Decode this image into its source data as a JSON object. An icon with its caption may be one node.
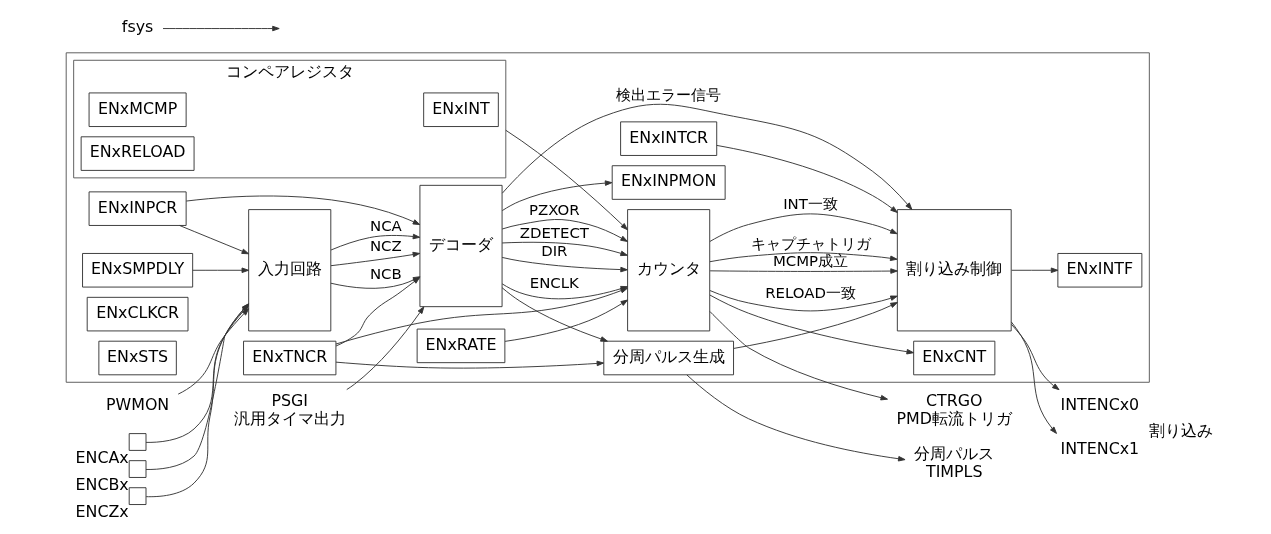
{
  "diagram": {
    "nodes": [
      {
        "text": [],
        "shape": "box"
      },
      {
        "text": [
          "コンペアレジスタ"
        ],
        "in": 0
      },
      {
        "text": [
          "ENxINT"
        ],
        "in": 1
      },
      {
        "text": [
          "ENxMCMP"
        ],
        "in": 1
      },
      {
        "text": [
          "ENxRELOAD"
        ],
        "in": 1
      },
      {
        "text": [
          "ENxINPCR"
        ],
        "in": 0
      },
      {
        "text": [
          "ENxTNCR"
        ],
        "in": 0
      },
      {
        "text": [
          "ENxRATE"
        ],
        "in": 0
      },
      {
        "text": [
          "ENxINTCR"
        ],
        "in": 0
      },
      {
        "text": [
          "fsys"
        ]
      },
      {
        "text": [],
        "shape": "box",
        "beside": [
          "ENCAx"
        ]
      },
      {
        "text": [],
        "shape": "box",
        "beside": [
          "ENCBx"
        ]
      },
      {
        "text": [],
        "shape": "box",
        "beside": [
          "ENCZx"
        ]
      },
      {
        "text": [
          "PWMON"
        ]
      },
      {
        "text": [
          "PSGI",
          "汎用タイマ出力"
        ]
      },
      {
        "text": [
          "入力回路"
        ],
        "in": 0
      },
      {
        "text": [
          "デコーダ"
        ],
        "in": 0
      },
      {
        "text": [
          "カウンタ"
        ],
        "in": 0
      },
      {
        "text": [
          "分周パルス生成"
        ],
        "in": 0
      },
      {
        "text": [
          "割り込み制御"
        ],
        "in": 0
      },
      {
        "text": [
          "ENxSMPDLY"
        ],
        "in": 0
      },
      {
        "text": [
          "ENxCLKCR"
        ],
        "in": 0
      },
      {
        "text": [
          "ENxINPMON"
        ],
        "in": 0
      },
      {
        "text": [
          "ENxSTS"
        ],
        "in": 0
      },
      {
        "text": [
          "ENxCNT"
        ],
        "in": 0
      },
      {
        "text": [
          "ENxINTF"
        ],
        "in": 0
      },
      {
        "text": [
          "分周パルス",
          "TIMPLS"
        ]
      },
      {
        "text": [
          "INTENCx0"
        ],
        "beside": [
          "割り込み"
        ]
      },
      {
        "text": [
          "INTENCx1"
        ]
      },
      {
        "text": [
          "CTRGO",
          "PMD転流トリガ"
        ]
      }
    ],
    "edges": [
      {
        "from": 5,
        "to": 15,
        "arrow": "to"
      },
      {
        "from": 5,
        "to": 16,
        "arrow": "to"
      },
      {
        "from": 6,
        "to": 16,
        "arrow": "to"
      },
      {
        "from": 6,
        "to": 17,
        "arrow": "to"
      },
      {
        "from": 6,
        "to": 18,
        "arrow": "to"
      },
      {
        "from": 7,
        "to": 17,
        "arrow": "to"
      },
      {
        "from": 1,
        "to": 17,
        "arrow": "to"
      },
      {
        "from": 8,
        "to": 19,
        "arrow": "to"
      },
      {
        "from": 9,
        "to": null,
        "arrow": "to"
      },
      {
        "from": 10,
        "to": 15,
        "arrow": "to"
      },
      {
        "from": 11,
        "to": 15,
        "arrow": "to"
      },
      {
        "from": 12,
        "to": 15,
        "arrow": "to"
      },
      {
        "from": 13,
        "to": 15,
        "arrow": "to"
      },
      {
        "from": 14,
        "to": 16,
        "arrow": "to"
      },
      {
        "from": 20,
        "to": 15,
        "arrow": "to"
      },
      {
        "from": 15,
        "to": 16,
        "arrow": "to",
        "label": "NCA"
      },
      {
        "from": 15,
        "to": 16,
        "arrow": "to",
        "label": "NCB"
      },
      {
        "from": 15,
        "to": 16,
        "arrow": "to",
        "label": "NCZ"
      },
      {
        "from": 16,
        "to": 17,
        "arrow": "to",
        "label": "ENCLK"
      },
      {
        "from": 16,
        "to": 18,
        "arrow": "to"
      },
      {
        "from": 16,
        "to": 17,
        "arrow": "to",
        "label": "DIR"
      },
      {
        "from": 16,
        "to": 17,
        "arrow": "to",
        "label": "ZDETECT"
      },
      {
        "from": 16,
        "to": 17,
        "arrow": "to",
        "label": "PZXOR"
      },
      {
        "from": 16,
        "to": 19,
        "arrow": "to",
        "label": "検出エラー信号"
      },
      {
        "from": 16,
        "to": 22,
        "arrow": "to"
      },
      {
        "from": 17,
        "to": 19,
        "arrow": "to",
        "label": "INT一致"
      },
      {
        "from": 17,
        "to": 19,
        "arrow": "to",
        "label": "RELOAD一致"
      },
      {
        "from": 17,
        "to": 19,
        "arrow": "to",
        "label": "MCMP成立"
      },
      {
        "from": 17,
        "to": 19,
        "arrow": "to",
        "label": "キャプチャトリガ"
      },
      {
        "from": 17,
        "to": 29,
        "arrow": "to"
      },
      {
        "from": 17,
        "to": 24,
        "arrow": "to"
      },
      {
        "from": 18,
        "to": 26,
        "arrow": "to"
      },
      {
        "from": 18,
        "to": 19,
        "arrow": "to"
      },
      {
        "from": 19,
        "to": 27,
        "arrow": "to"
      },
      {
        "from": 19,
        "to": 28,
        "arrow": "to"
      },
      {
        "from": 19,
        "to": 25,
        "arrow": "to"
      }
    ]
  }
}
